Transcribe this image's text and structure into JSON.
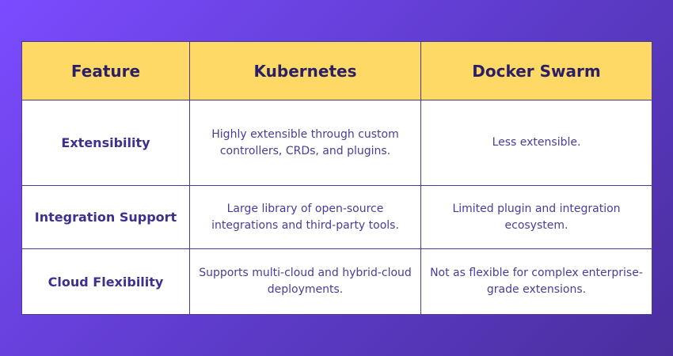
{
  "colors": {
    "background_start": "#7b4bff",
    "background_end": "#4a2f9e",
    "header_bg": "#ffd966",
    "header_text": "#2b1f66",
    "body_text": "#4b3c9a",
    "grid_line": "#4a3a96"
  },
  "table": {
    "headers": [
      "Feature",
      "Kubernetes",
      "Docker Swarm"
    ],
    "rows": [
      {
        "feature": "Extensibility",
        "kubernetes": "Highly extensible through custom controllers, CRDs, and plugins.",
        "docker_swarm": "Less extensible."
      },
      {
        "feature": "Integration Support",
        "kubernetes": "Large library of open-source integrations and third-party tools.",
        "docker_swarm": "Limited plugin and integration ecosystem."
      },
      {
        "feature": "Cloud Flexibility",
        "kubernetes": "Supports multi-cloud and hybrid-cloud deployments.",
        "docker_swarm": "Not as flexible for complex enterprise-grade extensions."
      }
    ]
  }
}
